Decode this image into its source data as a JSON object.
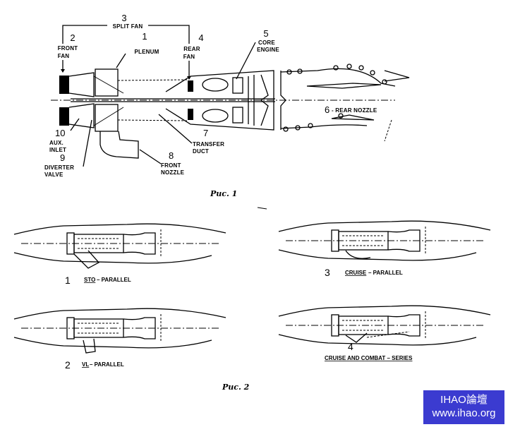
{
  "figure1": {
    "caption": "Рис. 1",
    "labels": {
      "split_fan": {
        "num": "3",
        "text": "SPLIT FAN"
      },
      "front_fan": {
        "num": "2",
        "text1": "FRONT",
        "text2": "FAN"
      },
      "plenum": {
        "num": "1",
        "text": "PLENUM"
      },
      "rear_fan": {
        "num": "4",
        "text1": "REAR",
        "text2": "FAN"
      },
      "core_engine": {
        "num": "5",
        "text1": "CORE",
        "text2": "ENGINE"
      },
      "rear_nozzle": {
        "num": "6",
        "text": "- REAR NOZZLE"
      },
      "aux_inlet": {
        "num": "10",
        "text1": "AUX.",
        "text2": "INLET"
      },
      "diverter_valve": {
        "num": "9",
        "text1": "DIVERTER",
        "text2": "VALVE"
      },
      "transfer_duct": {
        "num": "7",
        "text1": "TRANSFER",
        "text2": "DUCT"
      },
      "front_nozzle": {
        "num": "8",
        "text1": "FRONT",
        "text2": "NOZZLE"
      }
    }
  },
  "figure2": {
    "caption": "Рис. 2",
    "modes": [
      {
        "num": "1",
        "name": "STO",
        "suffix": " – PARALLEL"
      },
      {
        "num": "2",
        "name": "VL",
        "suffix": " – PARALLEL"
      },
      {
        "num": "3",
        "name": "CRUISE",
        "suffix": " – PARALLEL"
      },
      {
        "num": "4",
        "name": "CRUISE AND COMBAT – SERIES",
        "suffix": ""
      }
    ]
  },
  "watermark": {
    "line1": "IHAO論壇",
    "line2": "www.ihao.org",
    "color": "#3b3bd0"
  }
}
